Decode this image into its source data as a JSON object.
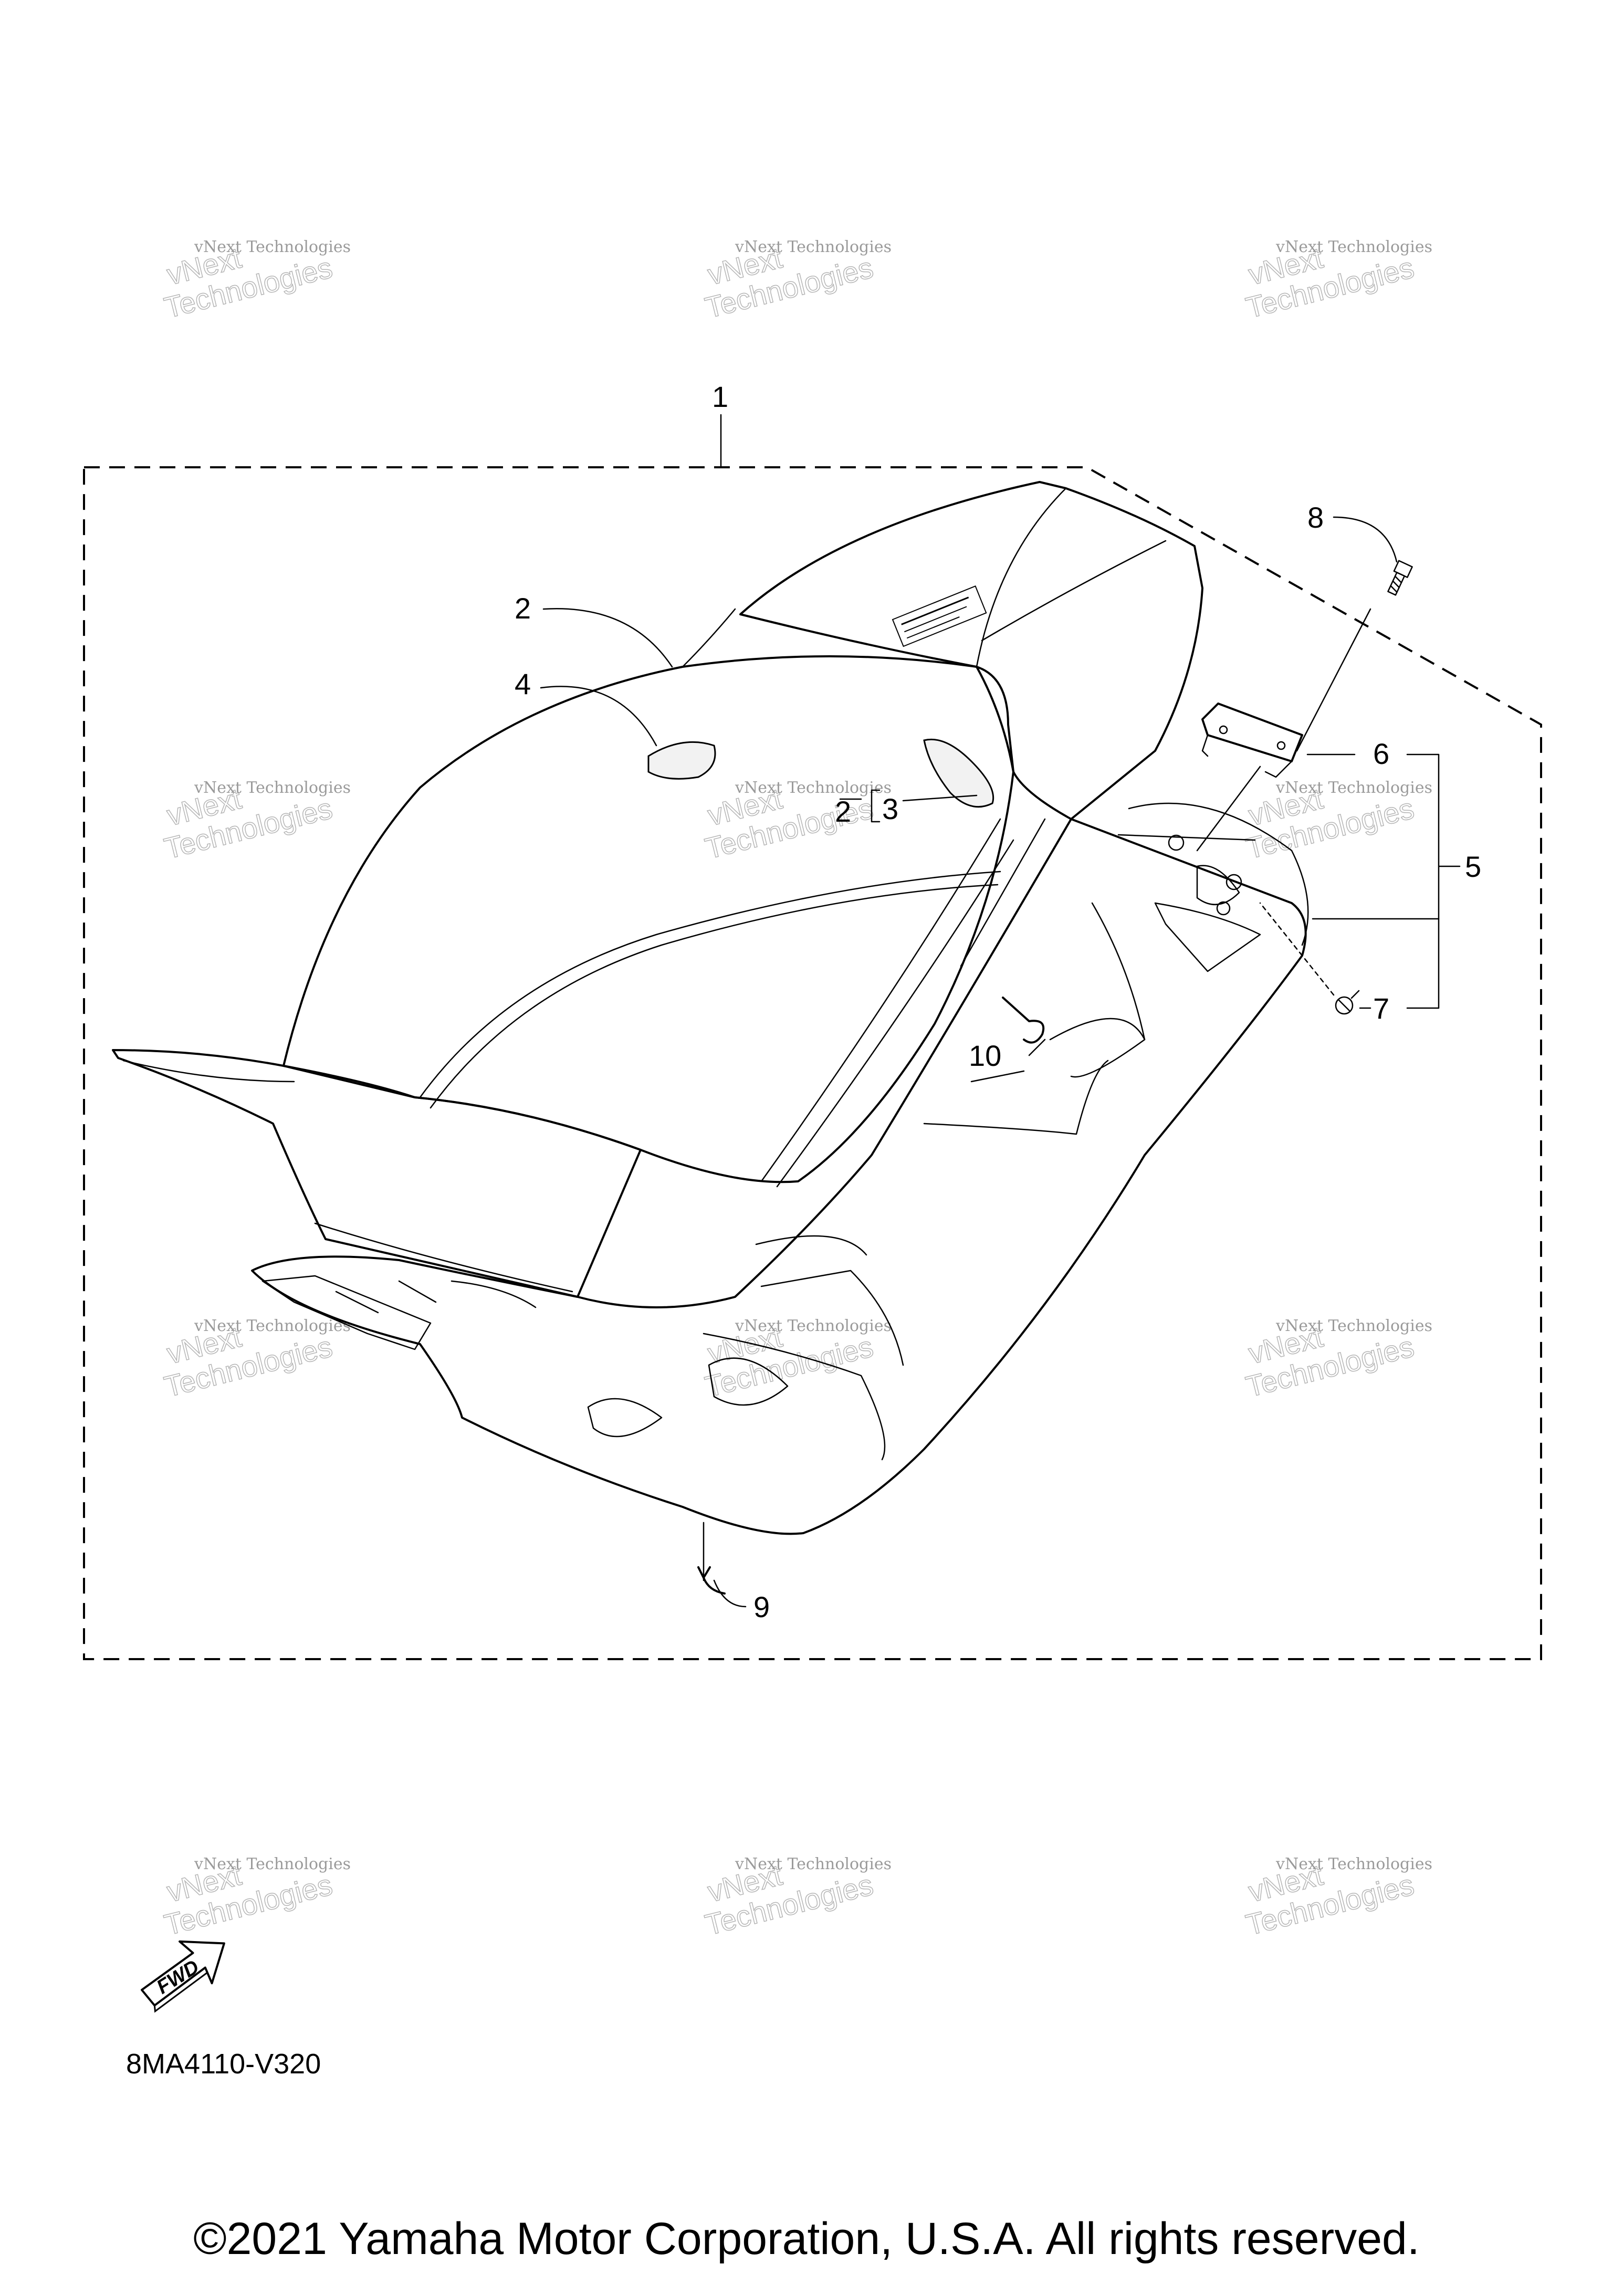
{
  "diagram": {
    "callouts": [
      {
        "id": "1",
        "label": "1"
      },
      {
        "id": "2a",
        "label": "2"
      },
      {
        "id": "2b",
        "label": "2"
      },
      {
        "id": "3",
        "label": "3"
      },
      {
        "id": "4",
        "label": "4"
      },
      {
        "id": "5",
        "label": "5"
      },
      {
        "id": "6",
        "label": "6"
      },
      {
        "id": "7",
        "label": "7"
      },
      {
        "id": "8",
        "label": "8"
      },
      {
        "id": "9",
        "label": "9"
      },
      {
        "id": "10",
        "label": "10"
      }
    ],
    "fwd_label": "FWD",
    "part_code": "8MA4110-V320"
  },
  "watermark": {
    "line1": "vNext Technologies",
    "line2": "vNext",
    "line3": "Technologies"
  },
  "footer": {
    "copyright": "©2021 Yamaha Motor Corporation, U.S.A. All rights reserved."
  }
}
